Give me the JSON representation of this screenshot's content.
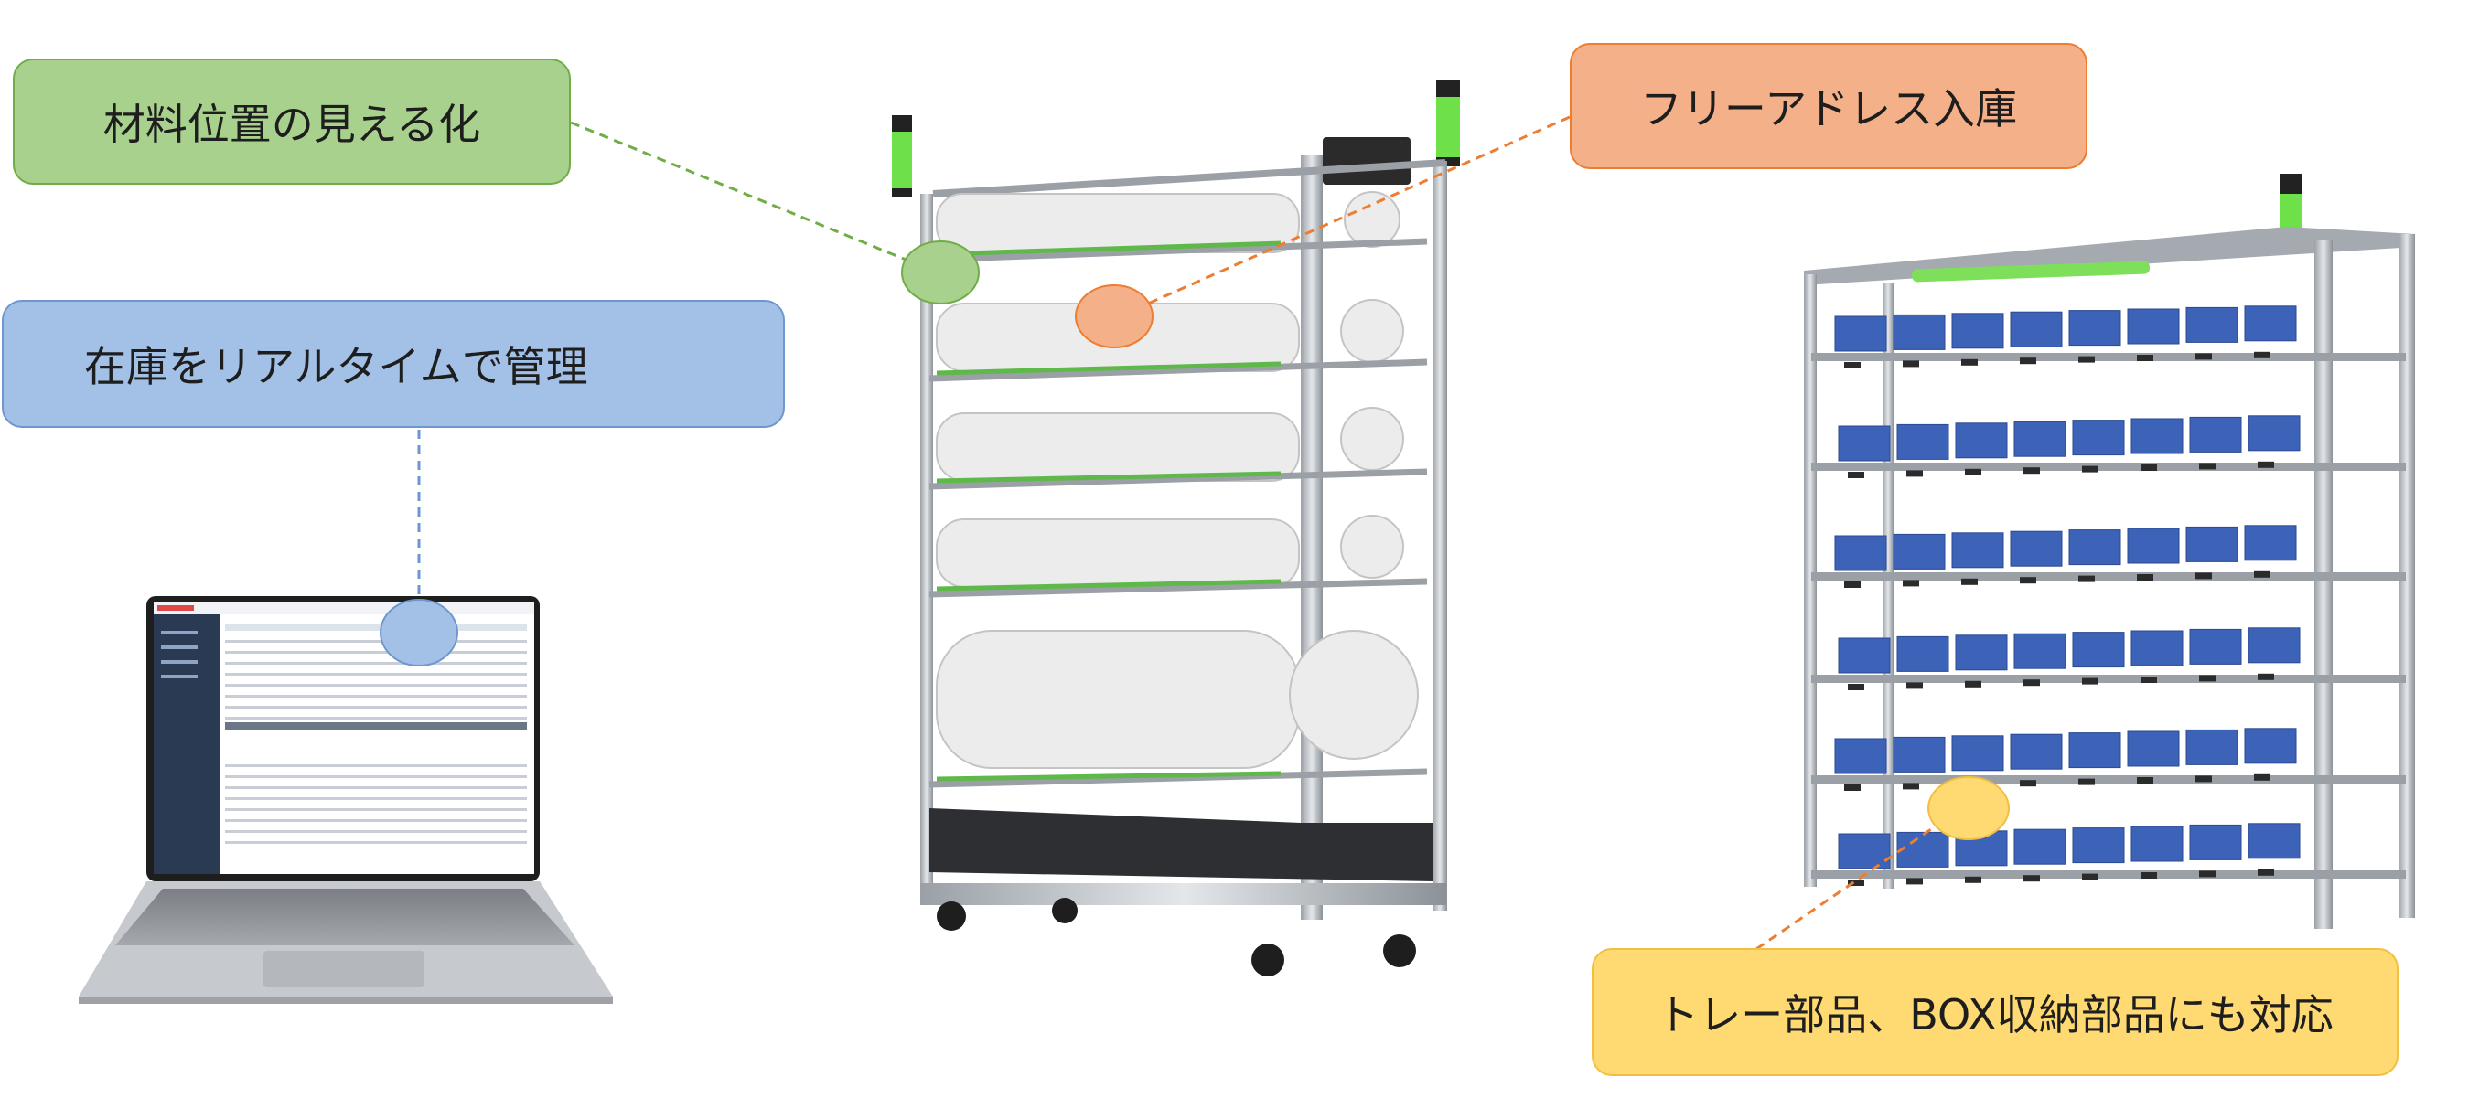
{
  "callouts": {
    "material_location": "材料位置の見える化",
    "realtime_inventory": "在庫をリアルタイムで管理",
    "free_address": "フリーアドレス入庫",
    "tray_box": "トレー部品、BOX収納部品にも対応"
  },
  "colors": {
    "green_fill": "#a9d18e",
    "green_line": "#70ad47",
    "blue_fill": "#a3c1e6",
    "blue_line": "#6f97cf",
    "orange_fill": "#f4b089",
    "orange_line": "#ed7d31",
    "yellow_fill": "#ffd971",
    "yellow_line": "#f0c040"
  },
  "icons": {
    "laptop": "laptop-icon",
    "reel_rack": "reel-rack-icon",
    "box_rack": "box-rack-icon"
  }
}
